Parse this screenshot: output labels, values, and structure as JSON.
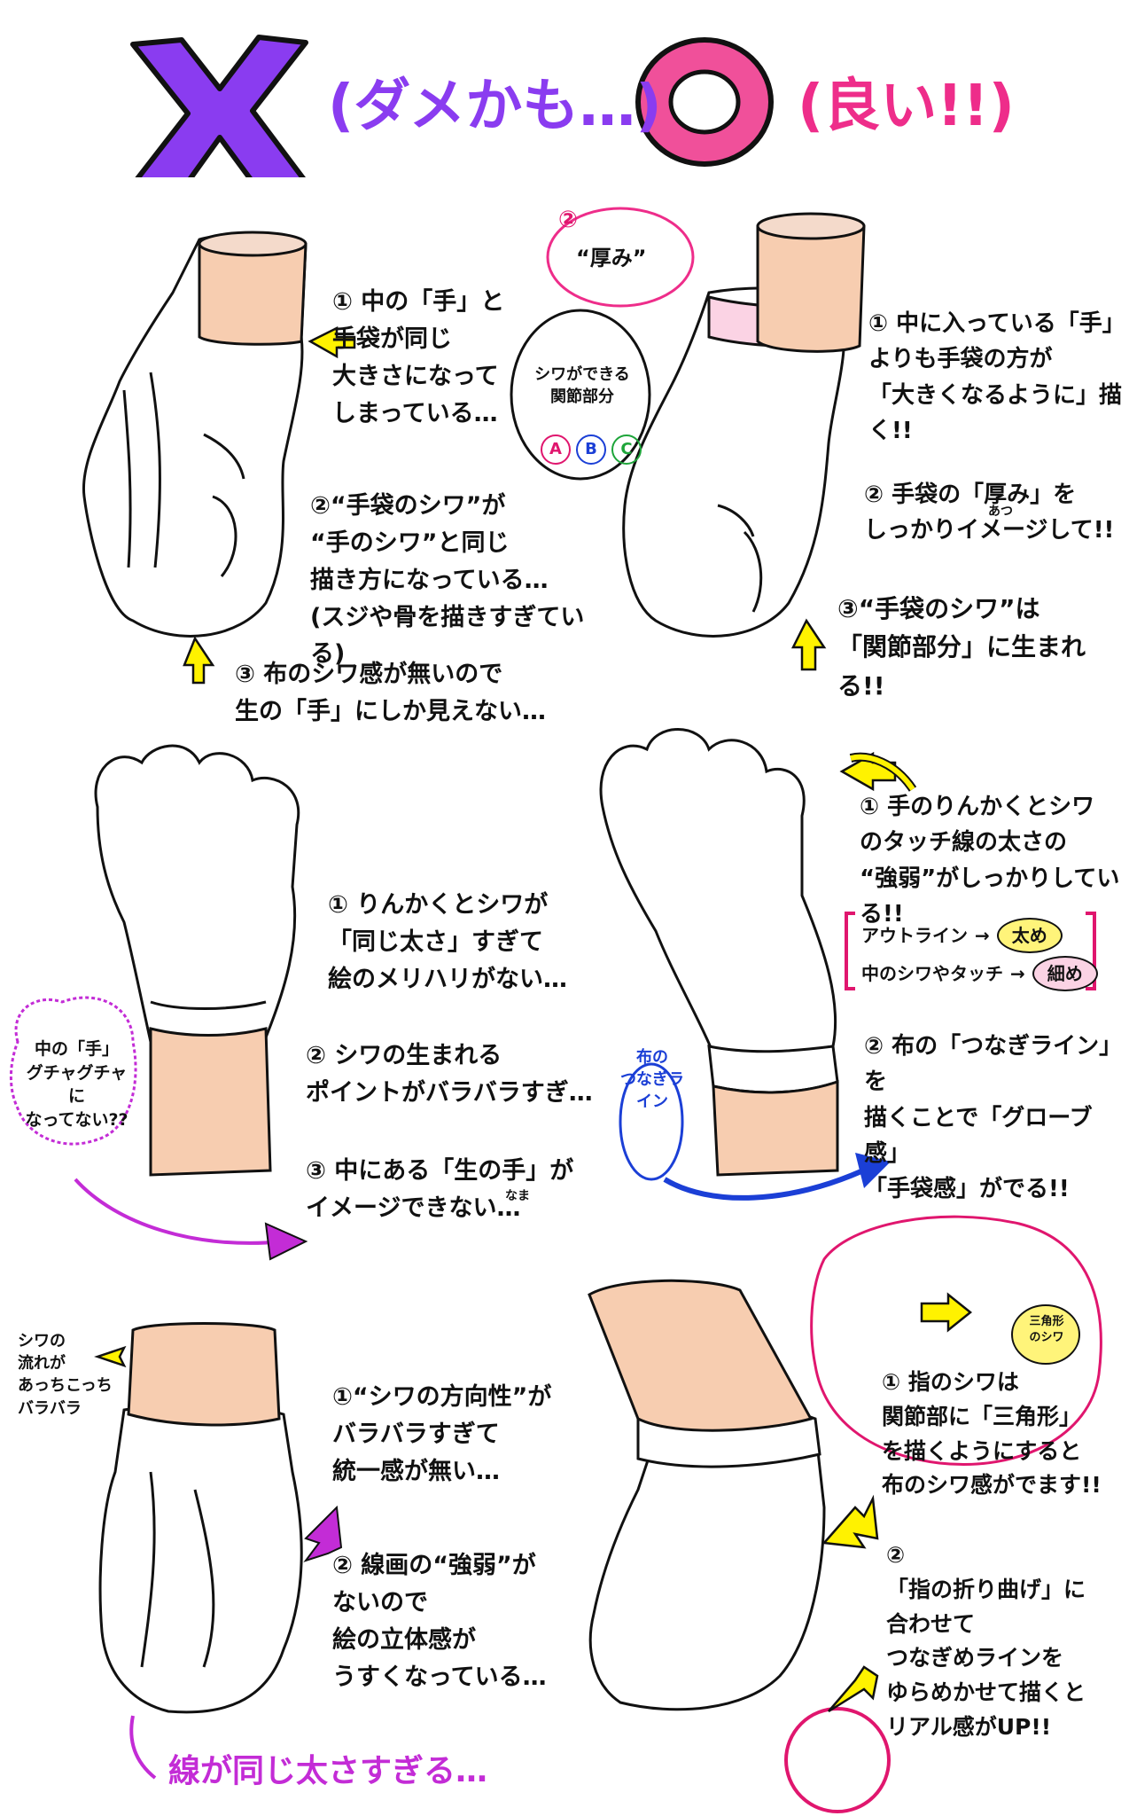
{
  "header": {
    "bad_label": "(ダメかも…)",
    "good_label": "(良い!!)",
    "colors": {
      "bad": "#8a3cf0",
      "good": "#f0509a",
      "bad_text": "#8a3cf0",
      "good_text": "#ee2d8a"
    }
  },
  "section1": {
    "bad": {
      "note1": "① 中の「手」と\n手袋が同じ\n大きさになって\nしまっている…",
      "note2": "②“手袋のシワ”が\n“手のシワ”と同じ\n描き方になっている…\n(スジや骨を描きすぎている)",
      "note3": "③ 布のシワ感が無いので\n生の「手」にしか見えない…"
    },
    "good": {
      "step_marker": "②",
      "thickness_bubble": "“厚み”",
      "joint_bubble": "シワができる\n関節部分",
      "joint_labels": [
        "A",
        "B",
        "C"
      ],
      "note1": "① 中に入っている「手」\nよりも手袋の方が\n「大きくなるように」描く!!",
      "note2": "② 手袋の「厚み」を\nしっかりイメージして!!",
      "note2_ruby": "あつ",
      "note3": "③“手袋のシワ”は\n「関節部分」に生まれる!!"
    }
  },
  "section2": {
    "bad": {
      "note1": "① りんかくとシワが\n「同じ太さ」すぎて\n絵のメリハリがない…",
      "note2": "② シワの生まれる\nポイントがバラバラすぎ…",
      "note3": "③ 中にある「生の手」が\nイメージできない…",
      "note3_ruby": "なま",
      "side_bubble": "中の「手」\nグチャグチャに\nなってない??"
    },
    "good": {
      "note1": "① 手のりんかくとシワ\nのタッチ線の太さの\n“強弱”がしっかりしている!!",
      "outline_label": "アウトライン",
      "outline_tag": "太め",
      "inner_label": "中のシワやタッチ",
      "inner_tag": "細め",
      "side_label": "布の\nつなぎライン",
      "note2": "② 布の「つなぎライン」を\n描くことで「グローブ感」\n「手袋感」がでる!!"
    }
  },
  "section3": {
    "bad": {
      "side_note": "シワの\n流れが\nあっちこっち\nバラバラ",
      "note1": "①“シワの方向性”が\nバラバラすぎて\n統一感が無い…",
      "note2": "② 線画の“強弱”が\nないので\n絵の立体感が\nうすくなっている…",
      "footer": "線が同じ太さすぎる…"
    },
    "good": {
      "triangle_bubble": "三角形\nのシワ",
      "note1": "① 指のシワは\n関節部に「三角形」\nを描くようにすると\n布のシワ感がでます!!",
      "note2": "②\n「指の折り曲げ」に\n合わせて\nつなぎめラインを\nゆらめかせて描くと\nリアル感がUP!!"
    }
  }
}
